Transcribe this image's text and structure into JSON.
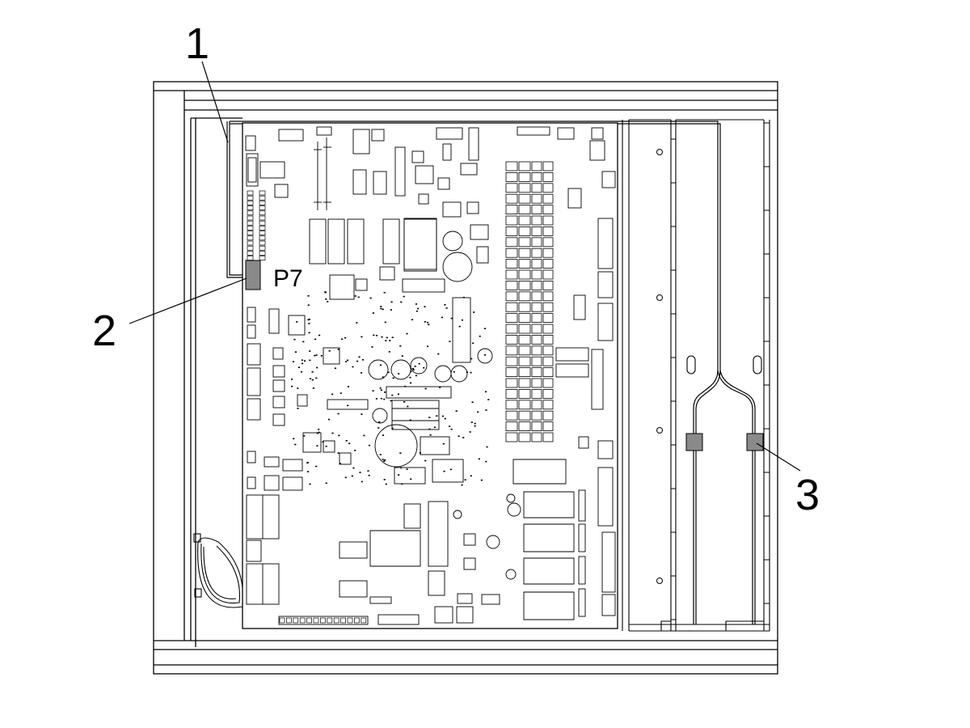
{
  "callouts": [
    {
      "number": "1"
    },
    {
      "number": "2"
    },
    {
      "number": "3"
    }
  ],
  "board": {
    "connector_label": "P7"
  },
  "colors": {
    "line": "#000000",
    "connector_fill": "#8a8a8a",
    "background": "#ffffff"
  }
}
